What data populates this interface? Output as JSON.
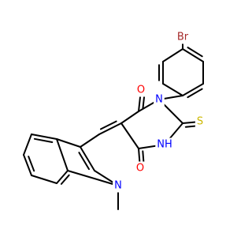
{
  "structure": {
    "atom_labels": {
      "br": "Br",
      "o_top": "O",
      "n_ring": "N",
      "s": "S",
      "nh": "NH",
      "o_bottom": "O",
      "n_indole": "N"
    },
    "colors": {
      "bond": "#000000",
      "bromine": "#a52a2a",
      "oxygen": "#ff0000",
      "nitrogen": "#0000ff",
      "sulfur": "#ccb800"
    }
  }
}
